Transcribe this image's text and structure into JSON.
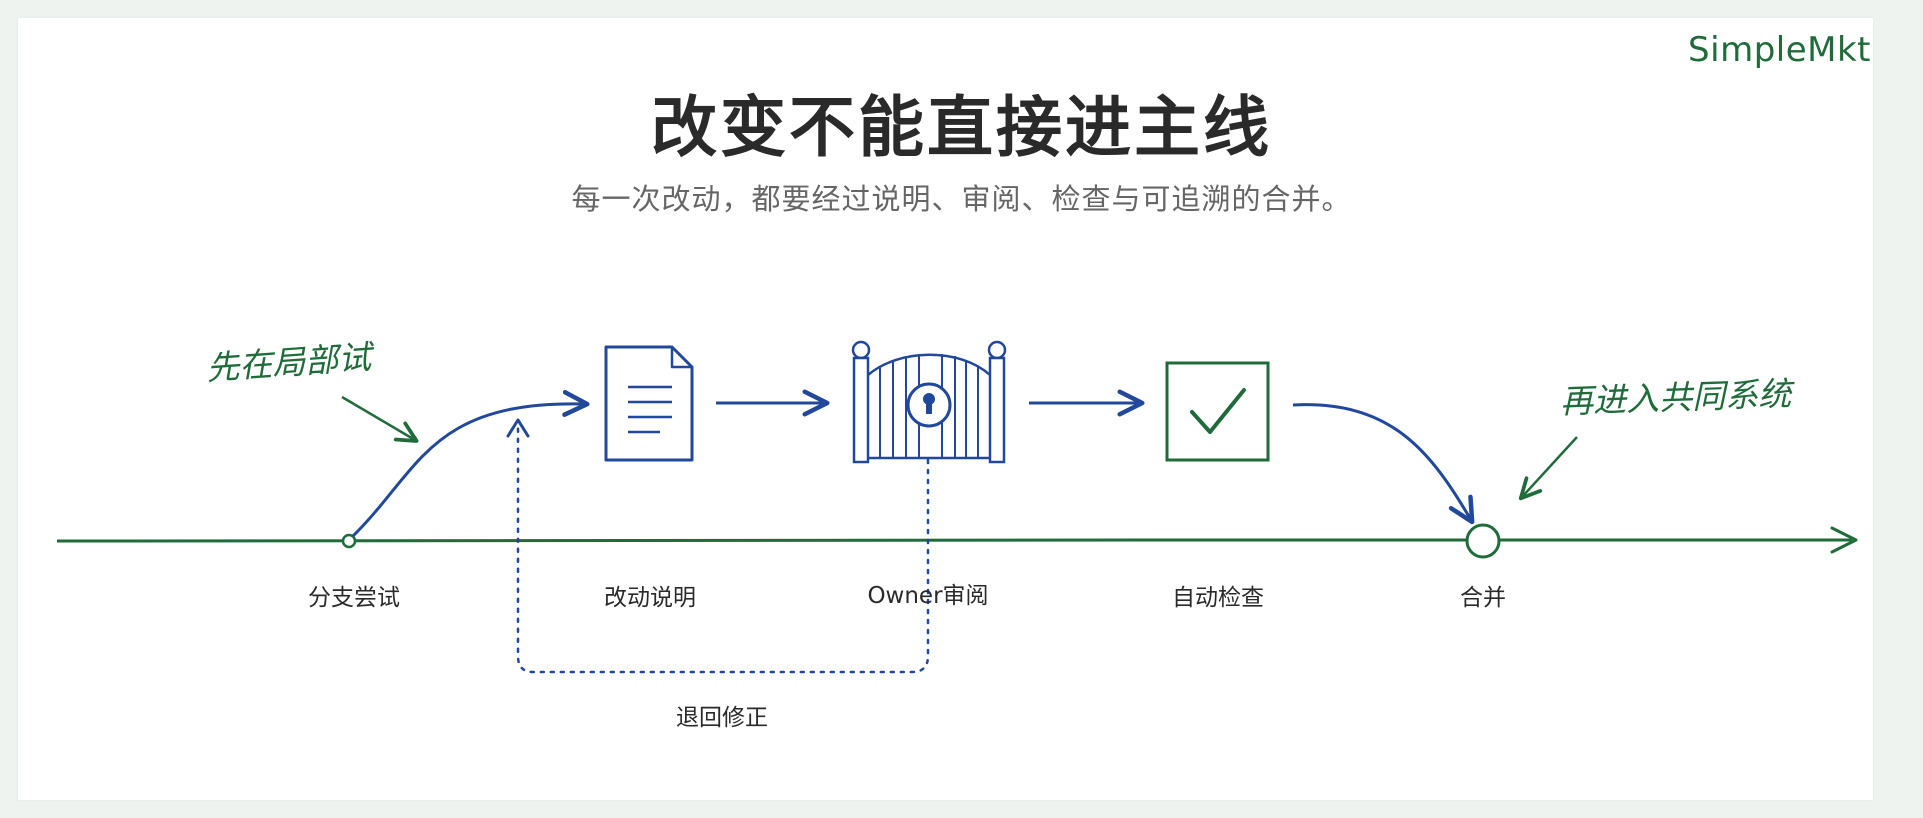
{
  "brand": "SimpleMkt",
  "title": "改变不能直接进主线",
  "subtitle": "每一次改动，都要经过说明、审阅、检查与可追溯的合并。",
  "notes": {
    "left": "先在局部试",
    "right": "再进入共同系统"
  },
  "steps": [
    {
      "label": "分支尝试"
    },
    {
      "label": "改动说明",
      "icon": "document-icon"
    },
    {
      "label": "Owner审阅",
      "icon": "locked-gate-icon"
    },
    {
      "label": "自动检查",
      "icon": "checkbox-check-icon"
    },
    {
      "label": "合并"
    }
  ],
  "loop": {
    "label": "退回修正"
  },
  "colors": {
    "mainline": "#1f6b3a",
    "flow": "#21489a",
    "title": "#2a2a2a",
    "subtitle": "#666666",
    "note": "#1f6b3a"
  }
}
